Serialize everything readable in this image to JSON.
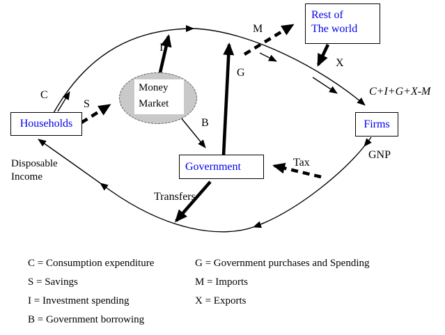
{
  "colors": {
    "node_text": "#0000ee",
    "line": "#000000",
    "money_market_fill": "#c9c9c9",
    "bg": "#ffffff"
  },
  "nodes": {
    "households": "Households",
    "money_market": {
      "line1": "Money",
      "line2": "Market"
    },
    "government": "Government",
    "firms": "Firms",
    "rest_of_world": {
      "line1": "Rest of",
      "line2": "The world"
    }
  },
  "flow_labels": {
    "c": "C",
    "s": "S",
    "i": "I",
    "g": "G",
    "m": "M",
    "x": "X",
    "b": "B",
    "tax": "Tax",
    "transfers": "Transfers",
    "gnp": "GNP",
    "output_identity": "C+I+G+X-M",
    "disposable": {
      "line1": "Disposable",
      "line2": "Income"
    }
  },
  "legend": {
    "left": [
      "C = Consumption expenditure",
      "S = Savings",
      "I = Investment spending",
      "B = Government borrowing"
    ],
    "right": [
      "G = Government purchases and Spending",
      "M = Imports",
      "X = Exports"
    ]
  }
}
